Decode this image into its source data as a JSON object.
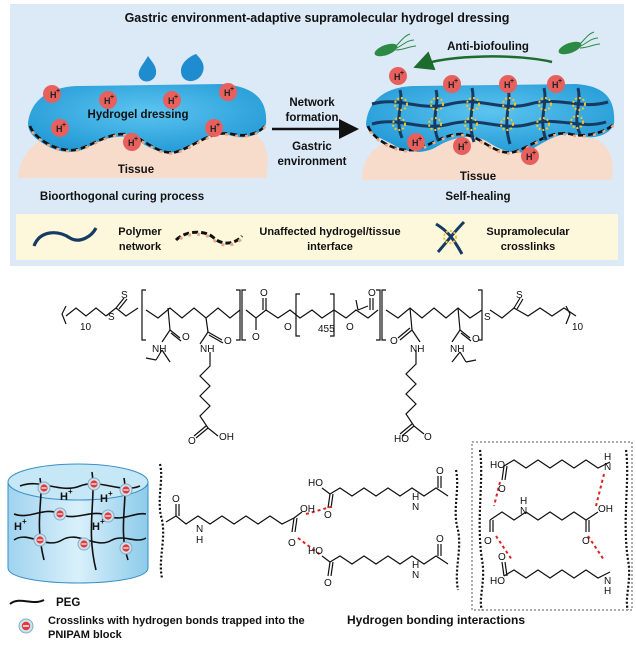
{
  "top_panel": {
    "title": "Gastric environment-adaptive supramolecular hydrogel dressing",
    "left": {
      "hydrogel_label": "Hydrogel dressing",
      "tissue_label": "Tissue",
      "caption": "Bioorthogonal curing process",
      "proton": "H",
      "proton_charge": "+"
    },
    "arrow": {
      "above_line1": "Network",
      "above_line2": "formation",
      "below_line1": "Gastric",
      "below_line2": "environment"
    },
    "right": {
      "antifouling": "Anti-biofouling",
      "tissue_label": "Tissue",
      "caption": "Self-healing"
    },
    "legend": {
      "polymer_line1": "Polymer",
      "polymer_line2": "network",
      "interface_line1": "Unaffected hydrogel/tissue",
      "interface_line2": "interface",
      "crosslinks_line1": "Supramolecular",
      "crosslinks_line2": "crosslinks"
    },
    "colors": {
      "panel_bg": "#dbeaf6",
      "hydrogel": "#2aa8e0",
      "tissue": "#f7dccb",
      "legend_bg": "#fdf7dc",
      "proton": "#e8605e",
      "network": "#173a63",
      "crosslink": "#f4c430"
    }
  },
  "structure": {
    "n_left": "10",
    "n_peg": "455",
    "n_right": "10",
    "S": "S",
    "O": "O",
    "NH": "NH",
    "OH": "OH",
    "HN": "HN",
    "HO": "HO"
  },
  "bottom": {
    "proton": "H",
    "proton_charge": "+",
    "legend_peg": "PEG",
    "legend_crosslinks_line1": "Crosslinks with hydrogen bonds trapped into the",
    "legend_crosslinks_line2": "PNIPAM block",
    "hbond_caption": "Hydrogen bonding interactions",
    "O": "O",
    "H": "H",
    "N": "N",
    "OH": "OH",
    "HO": "HO"
  }
}
